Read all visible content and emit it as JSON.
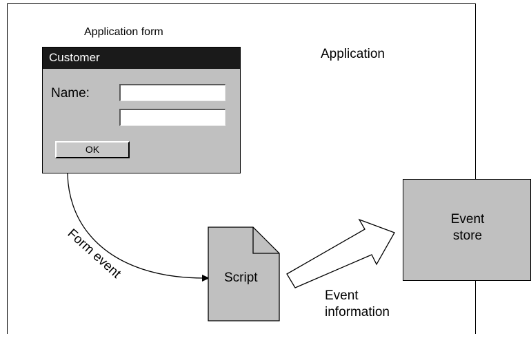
{
  "application_label": "Application",
  "form": {
    "caption": "Application form",
    "window_title": "Customer",
    "name_label": "Name:",
    "name_value_1": "",
    "name_value_2": "",
    "ok_label": "OK"
  },
  "script_label": "Script",
  "event_store_label": "Event\nstore",
  "form_event_label": "Form event",
  "event_information_label": "Event\ninformation",
  "colors": {
    "panel_gray": "#c0c0c0",
    "title_bar": "#1a1a1a"
  }
}
